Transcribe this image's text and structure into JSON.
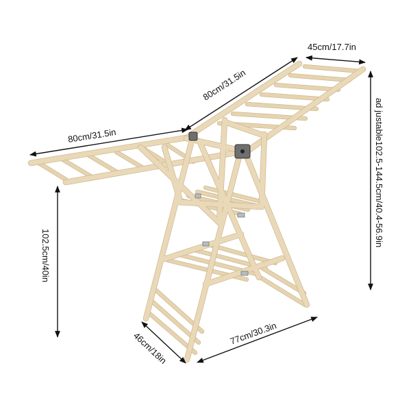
{
  "product": {
    "name": "folding clothes drying rack",
    "frame_color": "#ead9b8",
    "joint_color": "#6f6f6f"
  },
  "dimensions": {
    "top_width": "45cm/17.7in",
    "right_wing_length": "80cm/31.5in",
    "left_wing_length": "80cm/31.5in",
    "adjustable_height": "ad justable102.5-144.5cm/40.4-56.9in",
    "base_height": "102.5cm/40in",
    "depth": "46cm/18in",
    "base_length": "77cm/30.3in"
  }
}
